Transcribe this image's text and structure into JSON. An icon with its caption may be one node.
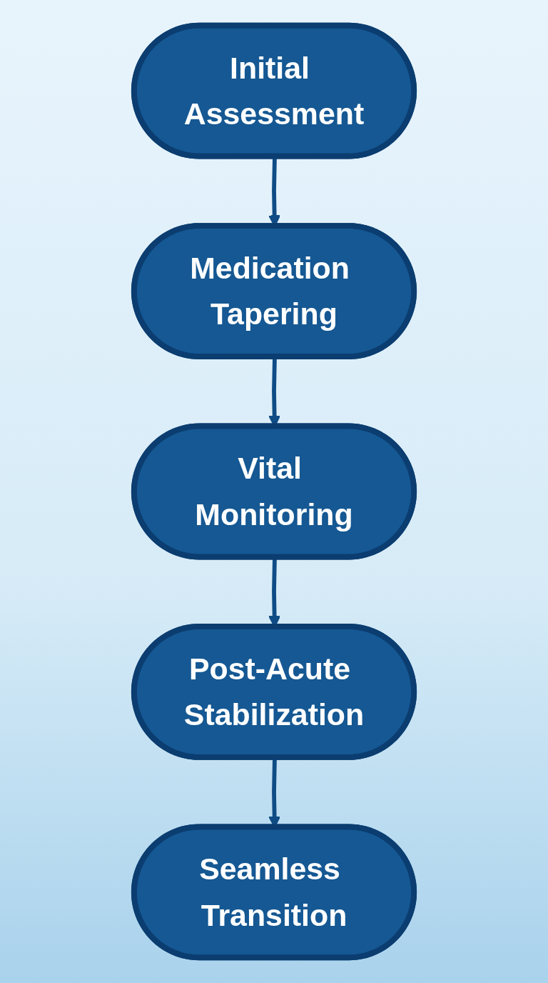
{
  "diagram": {
    "nodes": [
      {
        "text": [
          "Initial Assessment"
        ]
      },
      {
        "text": [
          "Medication Tapering"
        ]
      },
      {
        "text": [
          "Vital Monitoring"
        ]
      },
      {
        "text": [
          "Post-Acute Stabilization"
        ]
      },
      {
        "text": [
          "Seamless Transition"
        ]
      }
    ],
    "edges": [
      {
        "from": 0,
        "to": 1,
        "arrow": "to"
      },
      {
        "from": 1,
        "to": 2,
        "arrow": "to"
      },
      {
        "from": 2,
        "to": 3,
        "arrow": "to"
      },
      {
        "from": 3,
        "to": 4,
        "arrow": "to"
      }
    ]
  }
}
